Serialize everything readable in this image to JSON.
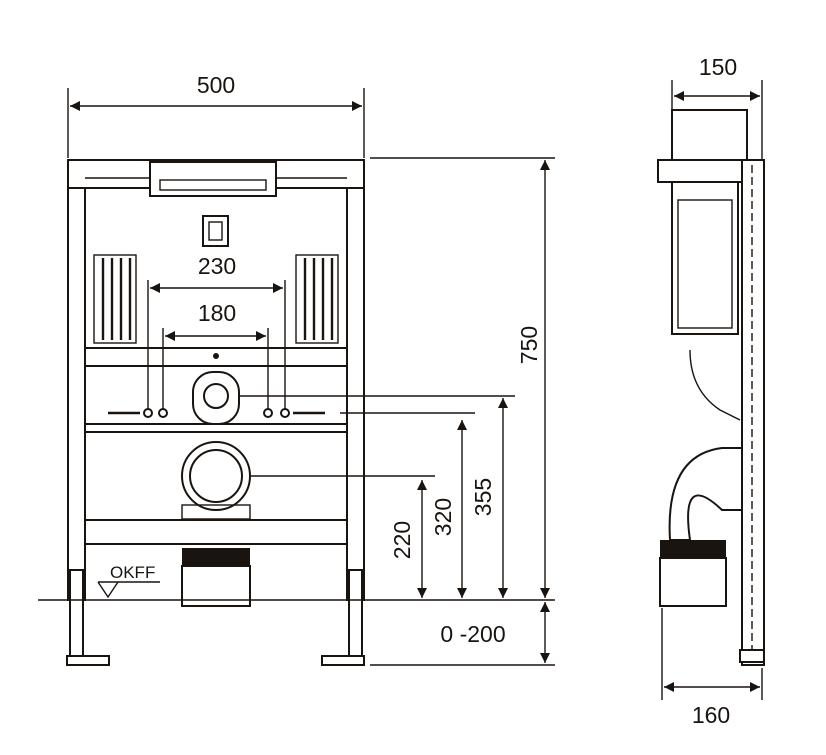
{
  "title": "Installation frame dimension drawing",
  "front_view": {
    "width": "500",
    "outlet_spacing_outer": "230",
    "outlet_spacing_inner": "180",
    "height_total": "750",
    "height_355": "355",
    "height_320": "320",
    "height_220": "220",
    "leg_adjust": "0 -200",
    "floor_label": "OKFF"
  },
  "side_view": {
    "depth_top": "150",
    "depth_bottom": "160"
  },
  "colors": {
    "line": "#1a1410",
    "background": "#ffffff"
  }
}
